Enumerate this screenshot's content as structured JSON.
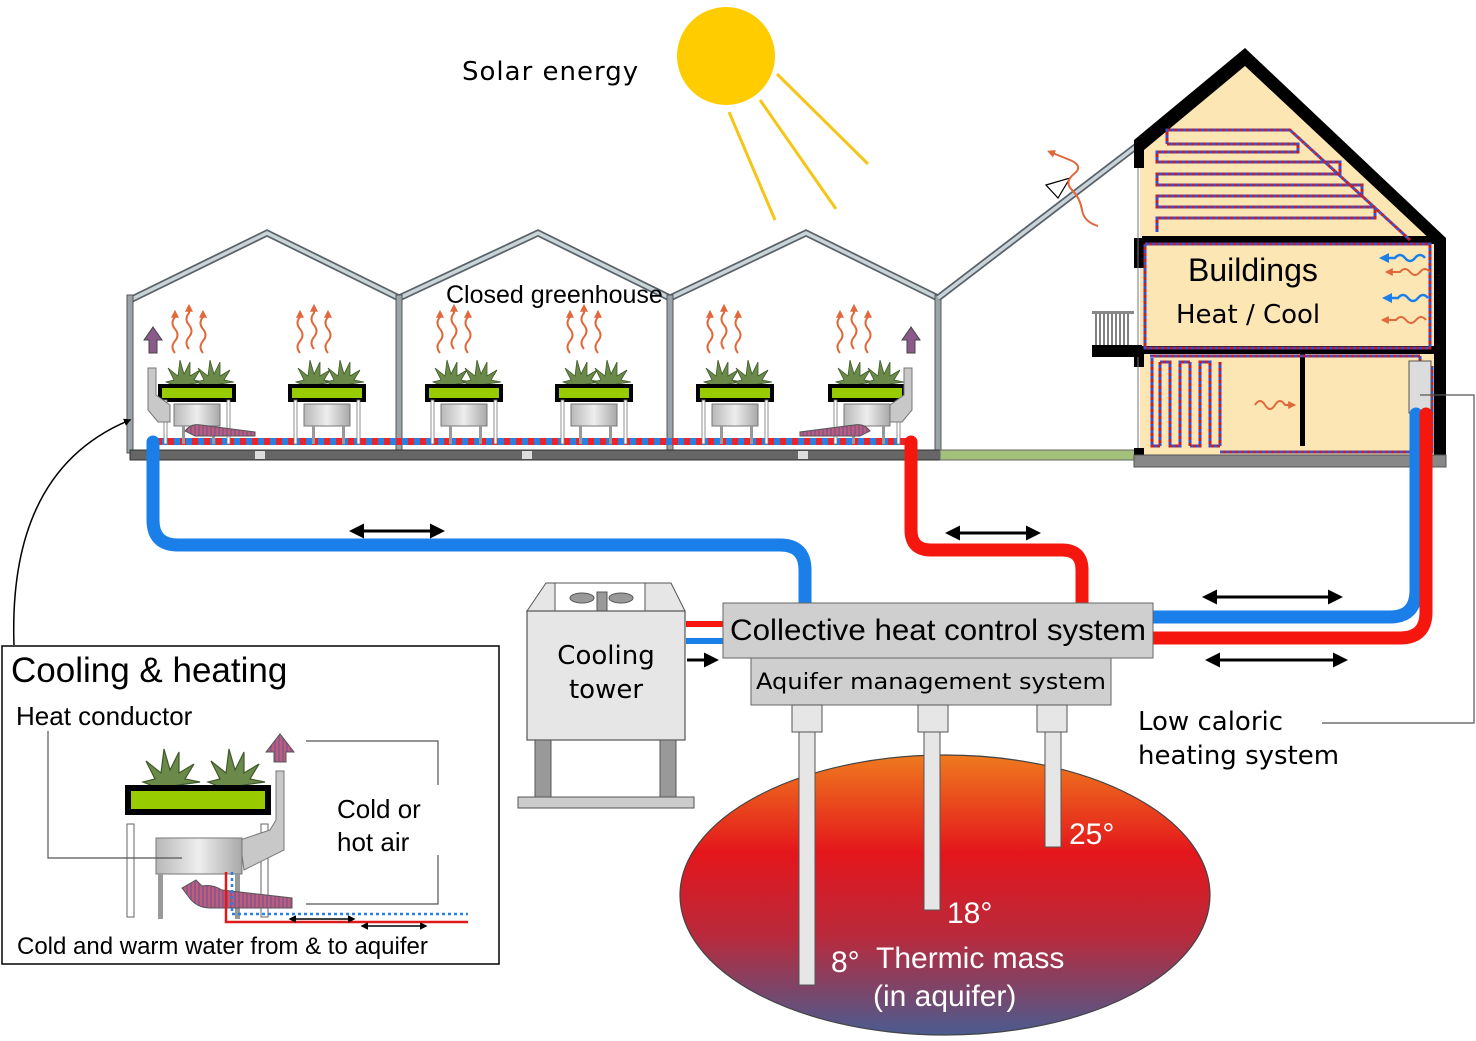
{
  "labels": {
    "solar_energy": "Solar energy",
    "closed_greenhouse": "Closed greenhouse",
    "buildings": "Buildings",
    "heat_cool": "Heat / Cool",
    "collective_heat_control": "Collective heat control system",
    "aquifer_management": "Aquifer management system",
    "cooling_tower_line1": "Cooling",
    "cooling_tower_line2": "tower",
    "low_caloric_line1": "Low caloric",
    "low_caloric_line2": "heating system",
    "temp_25": "25°",
    "temp_18": "18°",
    "temp_8": "8°",
    "thermic_mass_line1": "Thermic mass",
    "thermic_mass_line2": "(in aquifer)"
  },
  "inset": {
    "title": "Cooling & heating",
    "heat_conductor": "Heat conductor",
    "cold_hot_air_line1": "Cold or",
    "cold_hot_air_line2": "hot air",
    "water_caption": "Cold and warm water from & to aquifer"
  },
  "colors": {
    "cold_pipe": "#1a7fe8",
    "warm_pipe": "#f5170e",
    "sun": "#ffcc00",
    "building_fill": "#fbe6b4",
    "plant_bed": "#99cc00",
    "heat_wave": "#e0683a"
  }
}
